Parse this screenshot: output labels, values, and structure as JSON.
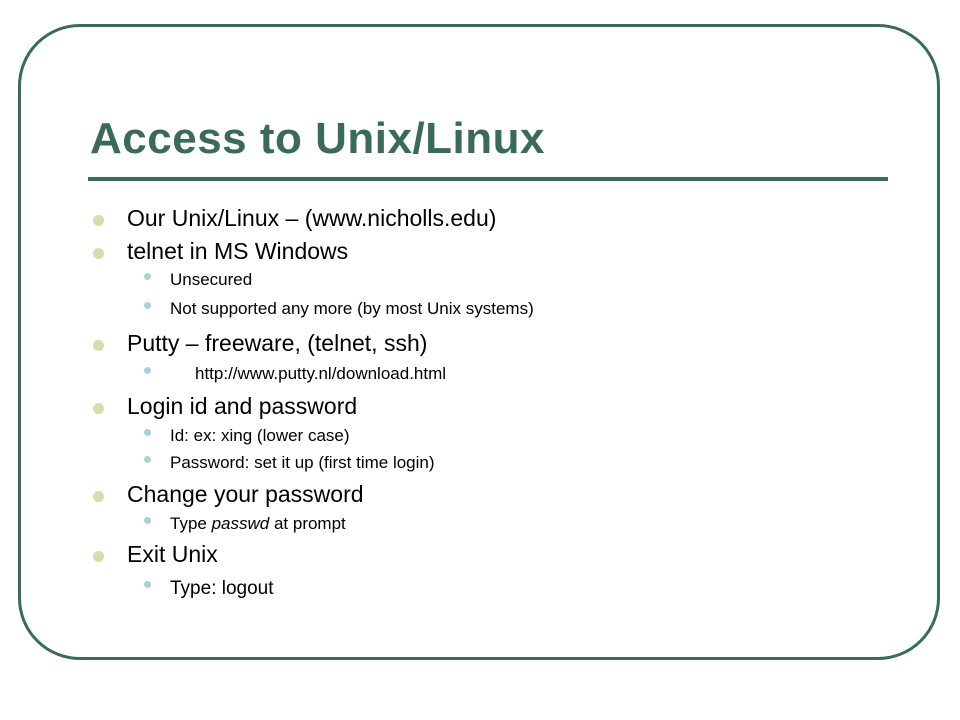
{
  "slide": {
    "title": "Access to Unix/Linux",
    "colors": {
      "accent": "#3a6b5a",
      "bullet_level1": "#d6dcac",
      "bullet_level2": "#a8d2da"
    },
    "items": [
      {
        "text": "Our Unix/Linux – (www.nicholls.edu)"
      },
      {
        "text": "telnet in MS Windows"
      },
      {
        "text": "Unsecured"
      },
      {
        "text": "Not supported any more (by most Unix systems)"
      },
      {
        "text": "Putty – freeware, (telnet, ssh)"
      },
      {
        "text": "http://www.putty.nl/download.html"
      },
      {
        "text": "Login id and password"
      },
      {
        "text": "Id:  ex:  xing (lower case)"
      },
      {
        "text": "Password: set it up (first time login)"
      },
      {
        "text": "Change your password"
      },
      {
        "text_before": "Type ",
        "emphasis": "passwd",
        "text_after": " at prompt"
      },
      {
        "text": "Exit Unix"
      },
      {
        "text": "Type: logout"
      }
    ]
  }
}
